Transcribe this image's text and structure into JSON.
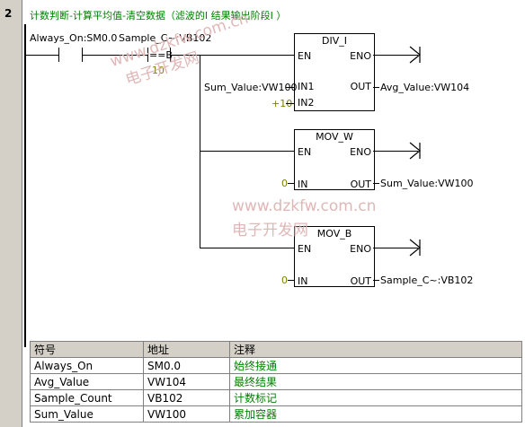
{
  "network": {
    "number": "2",
    "comment": "计数判断-计算平均值-清空数据（滤波的Ⅰ 结果输出阶段Ⅰ ）"
  },
  "contacts": {
    "c1_label": "Always_On:SM0.0",
    "c2_label": "Sample_C~:VB102",
    "c2_op": "==B",
    "c2_value": "10"
  },
  "div": {
    "title": "DIV_I",
    "en": "EN",
    "eno": "ENO",
    "in1": "IN1",
    "in2": "IN2",
    "out": "OUT",
    "in1_operand": "Sum_Value:VW100",
    "in2_operand": "+10",
    "out_operand": "Avg_Value:VW104"
  },
  "movw": {
    "title": "MOV_W",
    "en": "EN",
    "eno": "ENO",
    "in": "IN",
    "out": "OUT",
    "in_operand": "0",
    "out_operand": "Sum_Value:VW100"
  },
  "movb": {
    "title": "MOV_B",
    "en": "EN",
    "eno": "ENO",
    "in": "IN",
    "out": "OUT",
    "in_operand": "0",
    "out_operand": "Sample_C~:VB102"
  },
  "watermark": {
    "url": "www.dzkfw.com.cn",
    "name": "电子开发网"
  },
  "symbol_table": {
    "headers": [
      "符号",
      "地址",
      "注释"
    ],
    "rows": [
      [
        "Always_On",
        "SM0.0",
        "始终接通"
      ],
      [
        "Avg_Value",
        "VW104",
        "最终结果"
      ],
      [
        "Sample_Count",
        "VB102",
        "计数标记"
      ],
      [
        "Sum_Value",
        "VW100",
        "累加容器"
      ]
    ]
  }
}
